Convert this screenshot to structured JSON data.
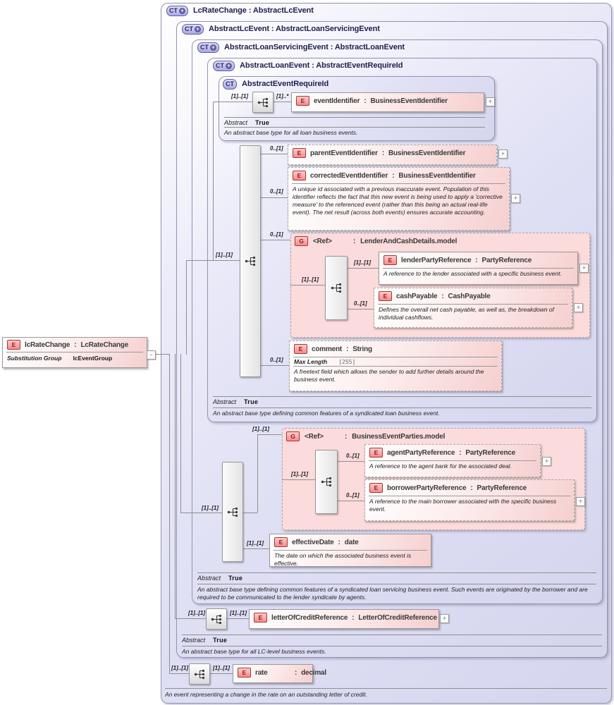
{
  "palette": {
    "level_fill": "#dedef4",
    "level_border": "#9494ae",
    "element_fill": "#f6cfcf",
    "element_border": "#999999",
    "group_fill": "#fbdbdb",
    "badge_red_border": "#aa3333",
    "badge_red_text": "#8e1616",
    "badge_purple_fill": "#b0b0e6",
    "badge_purple_border": "#5e5ea2",
    "connector_line": "#8f8f8f"
  },
  "labels": {
    "sep": ":",
    "ct_plus": "+",
    "expand": "+",
    "collapse": "-"
  },
  "substitution": {
    "badge": "E",
    "name": "lcRateChange",
    "type": "LcRateChange",
    "prop_label": "Substitution Group",
    "prop_value": "lcEventGroup"
  },
  "levels": {
    "outer": {
      "badge": "CT",
      "title": "LcRateChange : AbstractLcEvent",
      "doc": "An event representing a change in the rate on an outstanding letter of credit."
    },
    "lcEvent": {
      "badge": "CT",
      "title": "AbstractLcEvent : AbstractLoanServicingEvent",
      "abstract_label": "Abstract",
      "abstract_value": "True",
      "doc": "An abstract base type for all LC-level business events."
    },
    "loanServicing": {
      "badge": "CT",
      "title": "AbstractLoanServicingEvent : AbstractLoanEvent",
      "abstract_label": "Abstract",
      "abstract_value": "True",
      "doc": "An abstract base type defining common features of a syndicated loan servicing business event. Such events are originated by the borrower and are required to be communicated to the lender syndicate by agents."
    },
    "loanEvent": {
      "badge": "CT",
      "title": "AbstractLoanEvent : AbstractEventRequireId",
      "abstract_label": "Abstract",
      "abstract_value": "True",
      "doc": "An abstract base type defining common features of a syndicated loan business event."
    },
    "eventRequireId": {
      "badge": "CT",
      "title": "AbstractEventRequireId",
      "abstract_label": "Abstract",
      "abstract_value": "True",
      "doc": "An abstract base type for all loan business events."
    }
  },
  "content_cards": {
    "loanEvent_seq": "[1]..[1]",
    "loanServicing_seq": "[1]..[1]"
  },
  "groups": {
    "lenderAndCash": {
      "badge": "G",
      "name": "<Ref>",
      "type": "LenderAndCashDetails.model",
      "card": "0..[1]",
      "card_inner": "[1]..[1]"
    },
    "businessEventParties": {
      "badge": "G",
      "name": "<Ref>",
      "type": "BusinessEventParties.model",
      "card": "[1]..[1]",
      "card_inner": "[1]..[1]"
    }
  },
  "elements": {
    "eventIdentifier": {
      "badge": "E",
      "name": "eventIdentifier",
      "type": "BusinessEventIdentifier",
      "card_left": "[1]..[1]",
      "card_right": "[1]..*"
    },
    "parentEventIdentifier": {
      "badge": "E",
      "name": "parentEventIdentifier",
      "type": "BusinessEventIdentifier",
      "card": "0..[1]"
    },
    "correctedEventIdentifier": {
      "badge": "E",
      "name": "correctedEventIdentifier",
      "type": "BusinessEventIdentifier",
      "card": "0..[1]",
      "doc": "A unique id associated with a previous inaccurate event. Population of this identifier reflects the fact that this new event is being used to apply a 'corrective measure' to the referenced event (rather than this being an actual real-life event). The net result (across both events) ensures accurate accounting."
    },
    "lenderPartyReference": {
      "badge": "E",
      "name": "lenderPartyReference",
      "type": "PartyReference",
      "card": "[1]..[1]",
      "doc": "A reference to the lender associated with a specific business event."
    },
    "cashPayable": {
      "badge": "E",
      "name": "cashPayable",
      "type": "CashPayable",
      "card": "0..[1]",
      "doc": "Defines the overall net cash payable, as well as, the breakdown of individual cashflows."
    },
    "comment": {
      "badge": "E",
      "name": "comment",
      "type": "String",
      "card": "0..[1]",
      "facet_label": "Max Length",
      "facet_value": "[255]",
      "doc": "A freetext field which allows the sender to add further details around the business event."
    },
    "agentPartyReference": {
      "badge": "E",
      "name": "agentPartyReference",
      "type": "PartyReference",
      "card": "0..[1]",
      "doc": "A reference to the agent bank for the associated deal."
    },
    "borrowerPartyReference": {
      "badge": "E",
      "name": "borrowerPartyReference",
      "type": "PartyReference",
      "card": "0..[1]",
      "doc": "A reference to the main borrower associated with the specific business event."
    },
    "effectiveDate": {
      "badge": "E",
      "name": "effectiveDate",
      "type": "date",
      "card": "[1]..[1]",
      "doc": "The date on which the associated business event is effective."
    },
    "letterOfCreditReference": {
      "badge": "E",
      "name": "letterOfCreditReference",
      "type": "LetterOfCreditReference",
      "card_left": "[1]..[1]",
      "card_right": "[1]..[1]"
    },
    "rate": {
      "badge": "E",
      "name": "rate",
      "type": "decimal",
      "card_left": "[1]..[1]",
      "card_right": "[1]..[1]"
    }
  }
}
